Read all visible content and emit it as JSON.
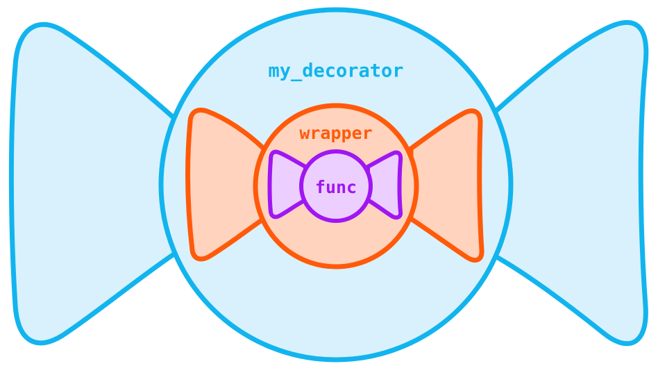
{
  "diagram": {
    "outer": {
      "label": "my_decorator",
      "stroke": "#12b4ee",
      "fill": "#d8f1fc"
    },
    "middle": {
      "label": "wrapper",
      "stroke": "#ff5a0a",
      "fill": "#ffd3bd"
    },
    "inner": {
      "label": "func",
      "stroke": "#a016f2",
      "fill": "#eccfff"
    }
  }
}
